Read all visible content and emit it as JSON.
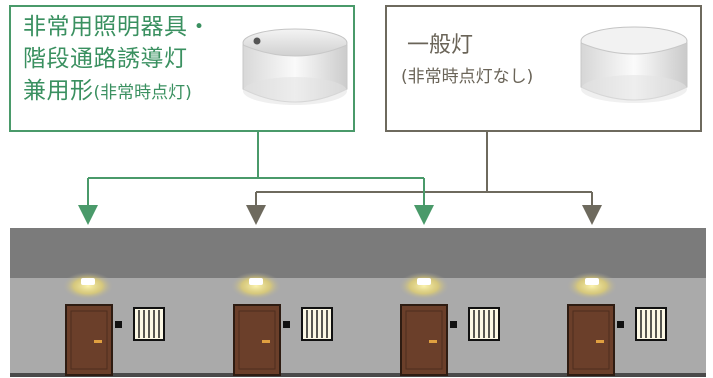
{
  "emergency_box": {
    "line1": "非常用照明器具・",
    "line2": "階段通路誘導灯",
    "line3_main": "兼用形",
    "line3_sub": "(非常時点灯)"
  },
  "general_box": {
    "title": "一般灯",
    "subtitle": "(非常時点灯なし)"
  },
  "colors": {
    "emergency": "#4a9a6a",
    "general": "#6e6a5e",
    "ceiling": "#7a7a7a",
    "wall": "#a9a9a9",
    "door": "#6b3f2a",
    "light_glow": "#f3e27a"
  },
  "corridor": {
    "units": 4,
    "lights_emergency": [
      1,
      3
    ],
    "lights_general": [
      2,
      4
    ]
  }
}
